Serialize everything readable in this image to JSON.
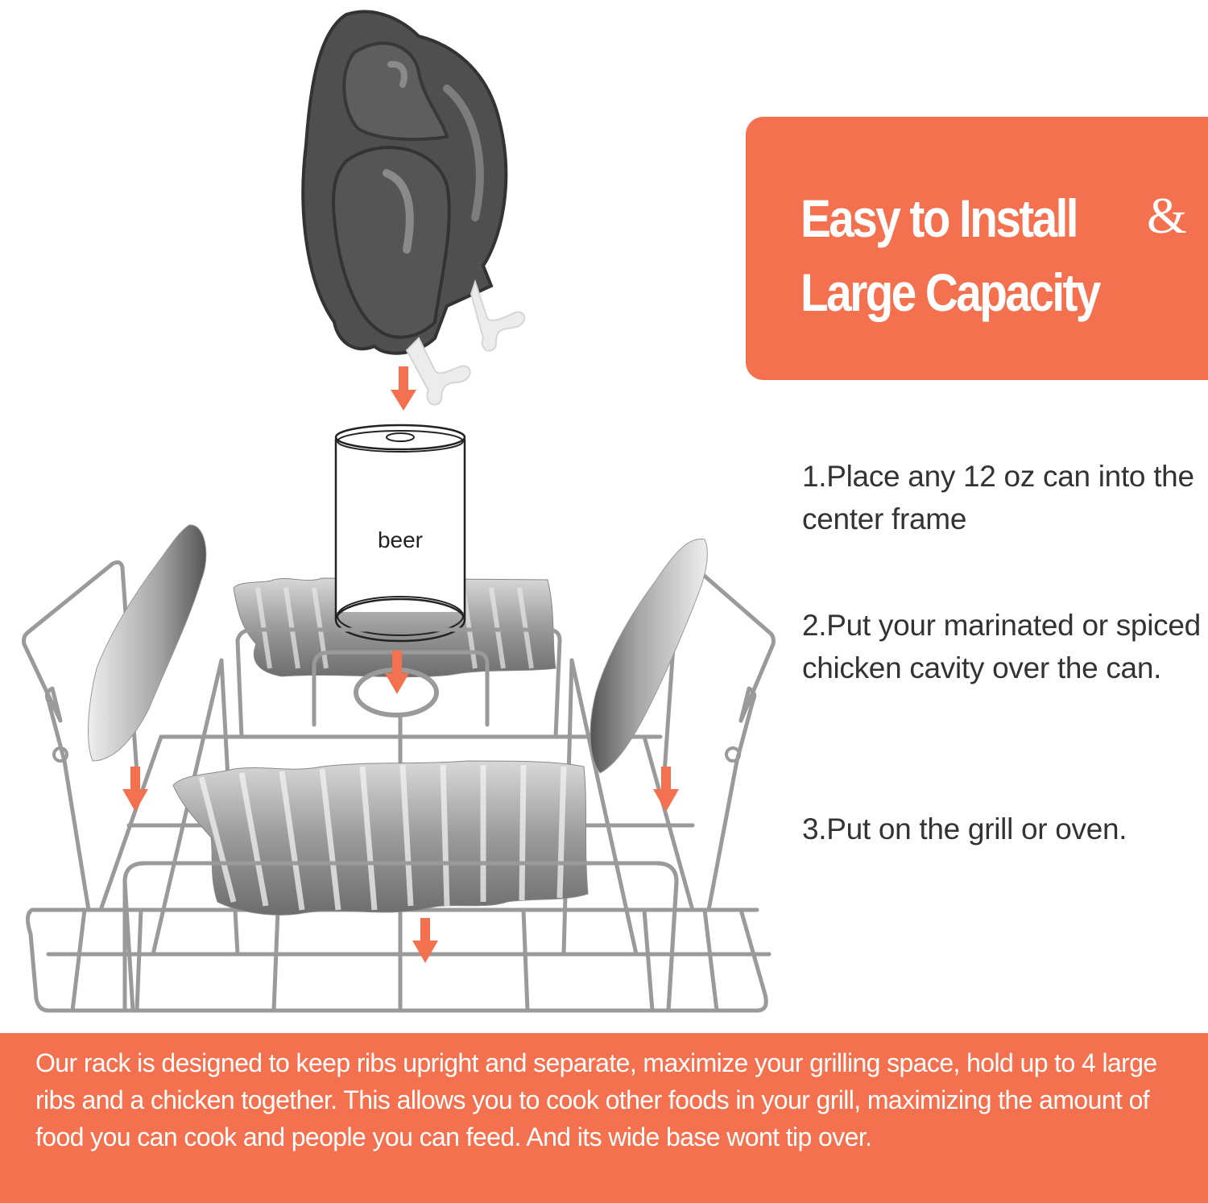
{
  "title_card": {
    "line1": "Easy to Install",
    "ampersand": "&",
    "line2": "Large Capacity",
    "background_color": "#f4714f"
  },
  "steps": [
    {
      "text": "1.Place any 12 oz can into the center frame"
    },
    {
      "text": "2.Put your marinated or spiced chicken cavity over the can."
    },
    {
      "text": "3.Put on the grill or oven."
    }
  ],
  "illustration": {
    "can_label": "beer",
    "items": [
      "chicken",
      "beer-can",
      "wire-rack",
      "rib-rack-front",
      "rib-rack-back",
      "rib-rack-left",
      "rib-rack-right"
    ],
    "arrow_color": "#f4714f"
  },
  "footer": {
    "text": "Our rack is designed to keep ribs upright and separate, maximize your grilling space, hold up to 4 large ribs and a chicken together. This allows you to cook other foods in your grill, maximizing the amount of food you can cook and people you can feed. And its wide base wont tip over.",
    "background_color": "#f4714f"
  }
}
